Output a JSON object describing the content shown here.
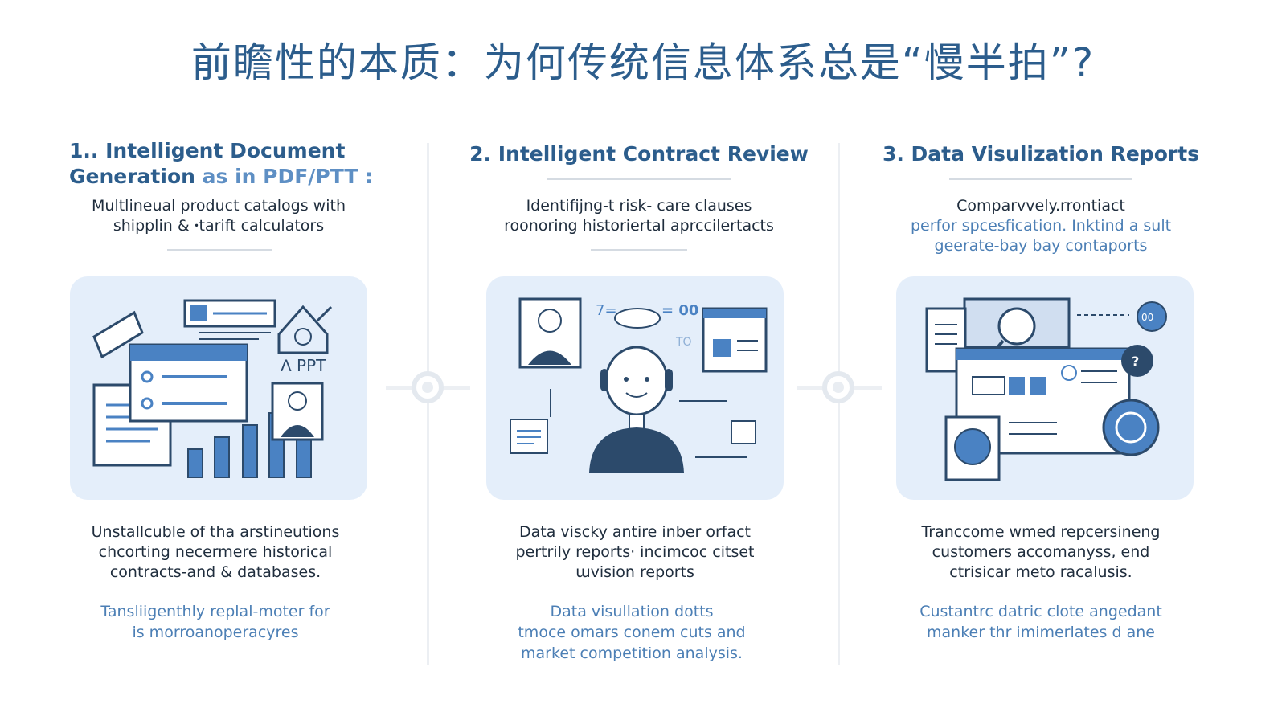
{
  "page": {
    "title": "前瞻性的本质：为何传统信息体系总是“慢半拍”?"
  },
  "columns": [
    {
      "heading_line1": "1.. Intelligent Document",
      "heading_line2_a": "Generation",
      "heading_line2_b": " as in PDF/PTT :",
      "sub_line1": "Multlineual product catalogs with",
      "sub_line2": "shipplin & ꞏtarift calculators",
      "illustration_label": "ꓥ PPT",
      "body_line1": "Unstallcuble of tha arstineutions",
      "body_line2": "chcorting necermere historical",
      "body_line3": "contracts-and & databases.",
      "link_line1": "Tansliigenthly replal-moter for",
      "link_line2": "is morroanoperacyres"
    },
    {
      "heading": "2. Intelligent Contract Review",
      "sub_line1": "Identifijng-t risk- care clauses",
      "sub_line2": "roonoring historiertal aprccilertacts",
      "illustration_label_a": "7=",
      "illustration_label_b": "= 00",
      "illustration_label_c": "TO",
      "body_line1": "Data viscky antire inber orfact",
      "body_line2": "pertrily reports· incimcoc citset",
      "body_line3": "ɯvision reports",
      "link_line1": "Data visullation dotts",
      "link_line2": "tmoce omars conem cuts and",
      "link_line3": "market competition analysis."
    },
    {
      "heading": "3. Data Visulization Reports",
      "sub_line1": "Comparvvely.rrontiact",
      "sub_line2": "perfor spcesfication. Inktind a sult",
      "sub_line3": "geerate-bay bay contaports",
      "illustration_label": "00",
      "body_line1": "Tranccome wmed repcersineng",
      "body_line2": "customers accomanyss, end",
      "body_line3": "ctrisicar meto racalusis.",
      "link_line1": "Custantrc datric clote angedant",
      "link_line2": "manker thr imimerlates d ane"
    }
  ],
  "colors": {
    "title": "#2c5d8c",
    "accent": "#4c7fb5",
    "card_bg": "#e4eefa",
    "icon_dark": "#2c4a6b",
    "icon_blue": "#4a82c3"
  }
}
